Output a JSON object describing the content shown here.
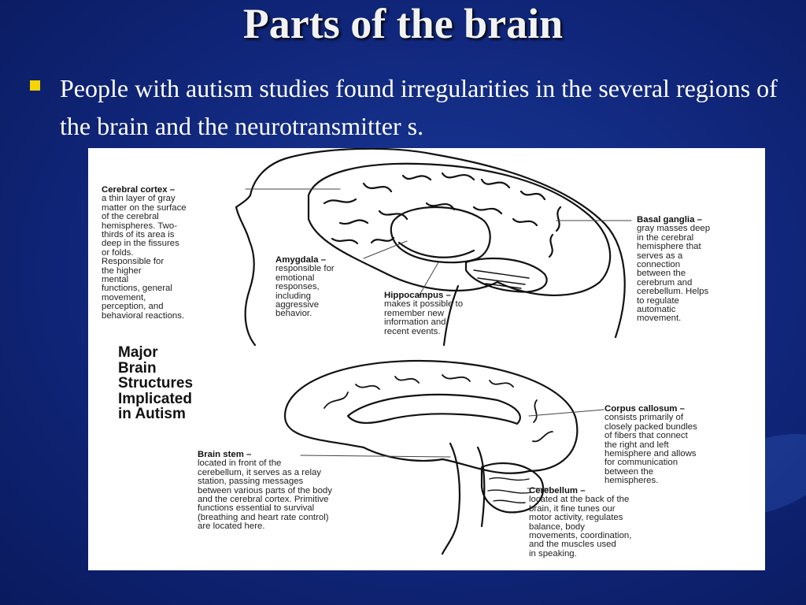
{
  "slide": {
    "title": "Parts of the brain",
    "bullet": "People with autism studies found irregularities in the several regions of the brain  and the neurotransmitter s.",
    "bullet_color": "#f5d400",
    "background_color": "#10267a"
  },
  "figure": {
    "heading": "Major\nBrain\nStructures\nImplicated\nin Autism",
    "labels": {
      "cerebral_cortex": {
        "title": "Cerebral cortex –",
        "body": [
          "a thin layer of gray",
          "matter on the surface",
          "of the cerebral",
          "hemispheres. Two-",
          "thirds of its area is",
          "deep in the fissures",
          "or folds.",
          "Responsible for",
          "the higher",
          "mental",
          "functions, general",
          "movement,",
          "perception, and",
          "behavioral reactions."
        ]
      },
      "amygdala": {
        "title": "Amygdala –",
        "body": [
          "responsible for",
          "emotional",
          "responses,",
          "including",
          "aggressive",
          "behavior."
        ]
      },
      "hippocampus": {
        "title": "Hippocampus –",
        "body": [
          "makes it possible to",
          "remember new",
          "information and",
          "recent events."
        ]
      },
      "basal_ganglia": {
        "title": "Basal ganglia –",
        "body": [
          "gray masses deep",
          "in the cerebral",
          "hemisphere that",
          "serves as a",
          "connection",
          "between the",
          "cerebrum and",
          "cerebellum. Helps",
          "to regulate",
          "automatic",
          "movement."
        ]
      },
      "corpus_callosum": {
        "title": "Corpus callosum –",
        "body": [
          "consists primarily of",
          "closely packed bundles",
          "of fibers that connect",
          "the right and left",
          "hemisphere and allows",
          "for communication",
          "between the",
          "hemispheres."
        ]
      },
      "brain_stem": {
        "title": "Brain stem –",
        "body": [
          "located in front of the",
          "cerebellum, it serves as a relay",
          "station, passing messages",
          "between various parts of the body",
          "and the cerebral cortex. Primitive",
          "functions essential to survival",
          "(breathing and heart rate control)",
          "are located here."
        ]
      },
      "cerebellum": {
        "title": "Cerebellum –",
        "body": [
          "located at the back of the",
          "brain, it fine tunes our",
          "motor activity, regulates",
          "balance, body",
          "movements, coordination,",
          "and the muscles used",
          "in speaking."
        ]
      }
    }
  }
}
